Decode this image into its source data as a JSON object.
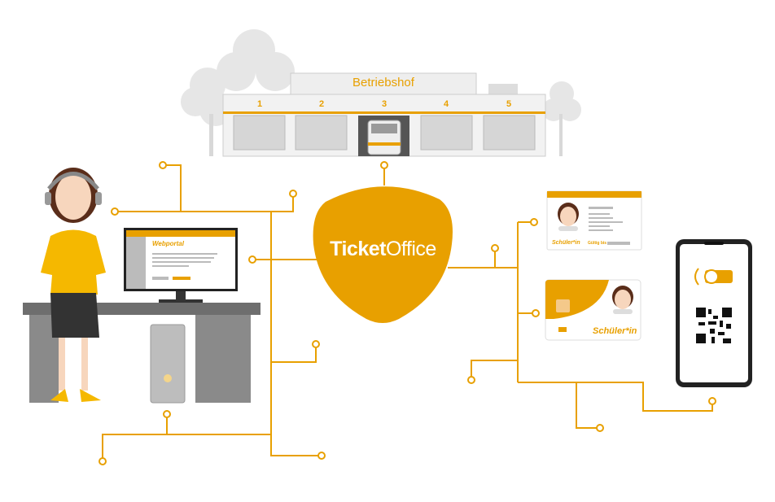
{
  "depot": {
    "title": "Betriebshof",
    "gates": [
      "1",
      "2",
      "3",
      "4",
      "5"
    ]
  },
  "hub": {
    "title_bold": "Ticket",
    "title_regular": "Office"
  },
  "monitor": {
    "title": "Webportal"
  },
  "id_card": {
    "label": "Schüler*in",
    "valid_label": "Gültig bis"
  },
  "chip_card": {
    "label": "Schüler*in"
  },
  "colors": {
    "accent": "#e8a000",
    "gray": "#8a8a8a"
  }
}
